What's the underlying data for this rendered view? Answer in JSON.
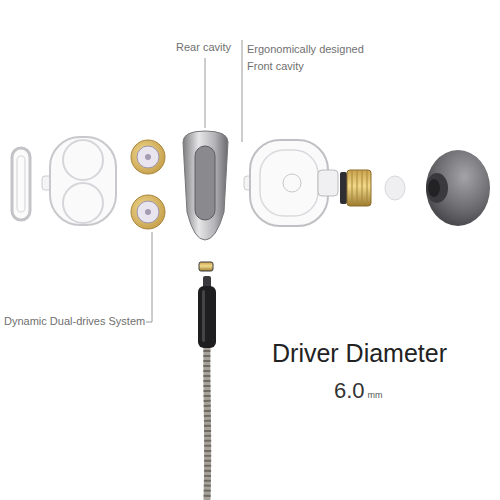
{
  "diagram": {
    "labels": [
      "Rear cavity",
      "Ergonomically designed Front cavity",
      "Dynamic Dual-drives System",
      "Driver Diameter",
      "6.0",
      "mm"
    ]
  }
}
